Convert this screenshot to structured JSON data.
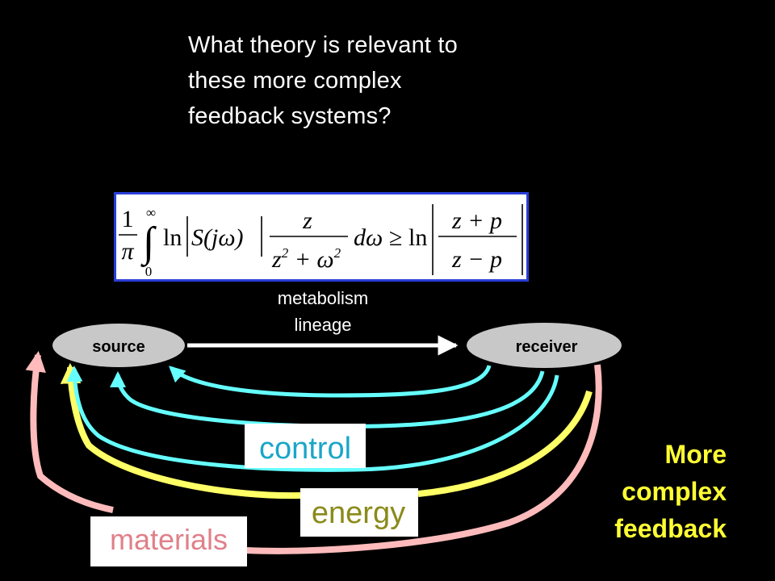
{
  "question": {
    "lines": [
      "What theory is relevant to",
      "these more complex",
      "feedback systems?"
    ]
  },
  "formula": {
    "lhs_num": "1",
    "lhs_den": "π",
    "upper_limit": "∞",
    "lower_limit": "0",
    "ln1": "ln",
    "arg": "S(jω)",
    "frac_num": "z",
    "frac_den_a": "z",
    "frac_den_sup": "2",
    "frac_den_plus": " + ω",
    "frac_den_sup2": "2",
    "diff": "dω",
    "geq": "≥",
    "ln2": "ln",
    "rhs_num": "z + p",
    "rhs_den": "z − p"
  },
  "labels": {
    "metabolism": "metabolism",
    "lineage": "lineage",
    "source": "source",
    "receiver": "receiver",
    "control": "control",
    "energy": "energy",
    "materials": "materials"
  },
  "more_complex": [
    "More",
    "complex",
    "feedback"
  ],
  "colors": {
    "control": "#66ffff",
    "energy": "#ffff66",
    "materials": "#ffbbbb",
    "node_fill": "#c8c8c8",
    "box_border": "#2a3ed6",
    "accent_text": "#ffff33"
  }
}
